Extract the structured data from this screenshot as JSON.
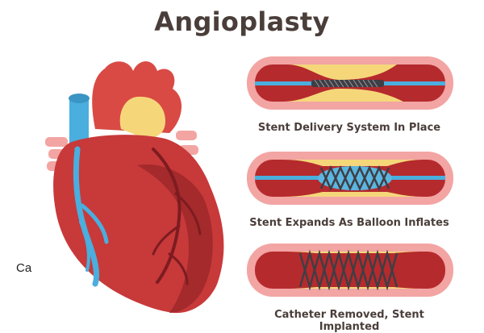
{
  "title": "Angioplasty",
  "clipped_text": "Ca",
  "stages": [
    {
      "caption": "Stent Delivery System In Place"
    },
    {
      "caption": "Stent Expands As Balloon Inflates"
    },
    {
      "caption": "Catheter Removed, Stent Implanted"
    }
  ],
  "colors": {
    "title": "#4a3e3a",
    "heart_red": "#c8393a",
    "heart_dark": "#a42a2c",
    "aorta_red": "#d94a45",
    "vessel_pink": "#f2a5a3",
    "lumen_red": "#b52a2d",
    "plaque_yellow": "#f5d77a",
    "blue_vessel": "#4aaede",
    "stent_dark": "#3f3e44",
    "balloon_blue": "#5bb6e0"
  },
  "icons": [
    "heart-illustration",
    "artery-cross-section"
  ]
}
